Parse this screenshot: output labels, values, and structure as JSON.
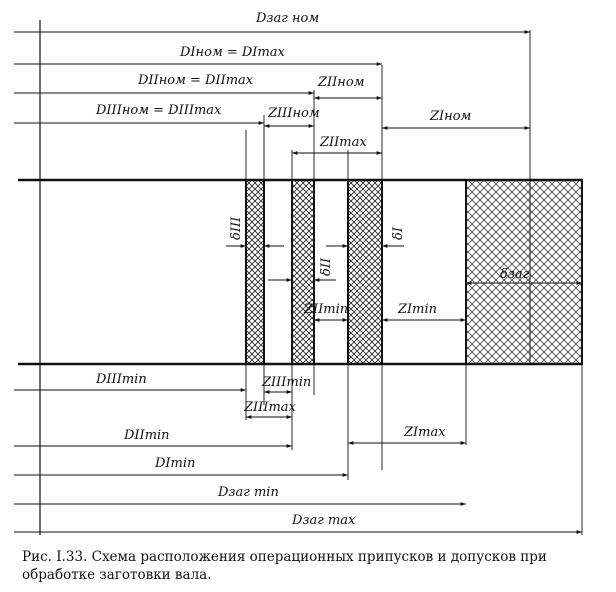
{
  "figure": {
    "colors": {
      "ink": "#111111",
      "hatch": "#222222",
      "paper": "#ffffff"
    },
    "labels": {
      "d_zag_nom": "Dзаг ном",
      "d_1_nom_eq_max": "DIном = DImax",
      "d_2_nom_eq_max": "DIIном = DIImax",
      "d_3_nom_eq_max": "DIIIном = DIIImax",
      "z_2_nom": "ZIIном",
      "z_3_nom": "ZIIIном",
      "z_1_nom": "ZIном",
      "z_2_max": "ZIImax",
      "delta_3": "δIII",
      "delta_2": "δII",
      "delta_1": "δI",
      "delta_zag": "δзаг",
      "z_2_min": "ZIImin",
      "z_1_min": "ZImin",
      "d_3_min": "DIIImin",
      "z_3_min": "ZIIImin",
      "z_3_max": "ZIIImax",
      "d_2_min": "DIImin",
      "z_1_max": "ZImax",
      "d_1_min": "DImin",
      "d_zag_min": "Dзаг min",
      "d_zag_max": "Dзаг max"
    }
  },
  "caption": {
    "text": "Рис. I.33. Схема расположения операционных припусков и допусков при обработке заготовки вала."
  }
}
